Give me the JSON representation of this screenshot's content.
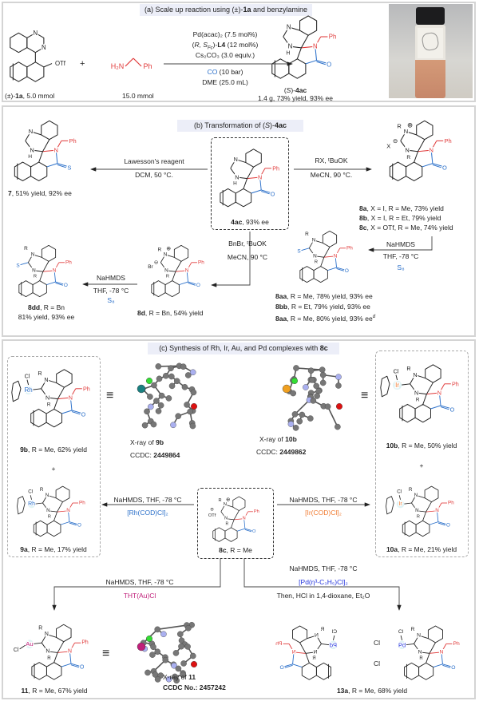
{
  "colors": {
    "benzyl": "#e03a3a",
    "carbonyl": "#2a6fc9",
    "rh": "#2a6fc9",
    "ir": "#f07a30",
    "au": "#c0207a",
    "pd": "#2233dd",
    "xray_c": "#777777",
    "xray_n": "#aab0f0",
    "xray_cl": "#33dd33",
    "xray_o": "#dd1111",
    "xray_rh": "#1a8080",
    "xray_ir": "#f0a020",
    "xray_au": "#c0207a"
  },
  "atoms": {
    "N": "N",
    "H": "H",
    "O": "O",
    "S": "S",
    "Ph": "Ph",
    "R": "R",
    "Cl": "Cl",
    "OTf": "OTf",
    "plus": "⊕",
    "minus": "⊖",
    "X": "X",
    "Br": "Br",
    "Rh": "Rh",
    "Ir": "Ir",
    "Au": "Au",
    "Pd": "Pd",
    "H2N": "H₂N"
  },
  "panel_a": {
    "title_pre": "(a) Scale up reaction using (±)-",
    "title_bold": "1a",
    "title_post": " and benzylamine",
    "sm_pre": "(±)-",
    "sm_bold": "1a",
    "sm_post": ", 5.0 mmol",
    "plus": "+",
    "amine_amount": "15.0 mmol",
    "cond1": "Pd(acac)₂ (7.5 mol%)",
    "cond2_pre": "(",
    "cond2_it": "R, S",
    "cond2_sub": "Fc",
    "cond2_mid": ")-",
    "cond2_bold": "L4",
    "cond2_post": " (12 mol%)",
    "cond3": "Cs₂CO₃ (3.0 equiv.)",
    "cond4_co": "CO",
    "cond4_post": " (10 bar)",
    "cond5": "DME (25.0 mL)",
    "prod_pre": "(",
    "prod_it": "S",
    "prod_mid": ")-",
    "prod_bold": "4ac",
    "prod_yield": "1.4 g, 73% yield, 93% ee"
  },
  "panel_b": {
    "title_pre": "(b) Transformation of (",
    "title_it": "S",
    "title_mid": ")-",
    "title_bold": "4ac",
    "c7_bold": "7",
    "c7_post": ", 51% yield, 92% ee",
    "lawesson1": "Lawesson's reagent",
    "lawesson2": "DCM, 50 °C.",
    "c4ac_bold": "4ac",
    "c4ac_post": ", 93% ee",
    "rx1": "RX, ᵗBuOK",
    "rx2": "MeCN, 90 °C.",
    "c8a_bold": "8a",
    "c8a_post": ", X = I, R = Me, 73% yield",
    "c8b_bold": "8b",
    "c8b_post": ", X = I, R = Et, 79% yield",
    "c8c_bold": "8c",
    "c8c_post": ",  X = OTf, R = Me, 74% yield",
    "nahmds_r1": "NaHMDS",
    "nahmds_r2": "THF, -78 °C",
    "nahmds_r3": "S₈",
    "c8aa1_bold": "8aa",
    "c8aa1_post": ", R = Me, 78% yield, 93% ee",
    "c8bb_bold": "8bb",
    "c8bb_post": ", R = Et, 79% yield, 93% ee",
    "c8aa2_bold": "8aa",
    "c8aa2_post": ", R = Me, 80% yield, 93% ee",
    "c8aa2_sup": "d",
    "bnbr1": "BnBr, ᵗBuOK",
    "bnbr2": "MeCN, 90 °C",
    "c8d_bold": "8d",
    "c8d_post": ", R = Bn, 54% yield",
    "nahmds_l1": "NaHMDS",
    "nahmds_l2": "THF, -78 °C",
    "nahmds_l3": "S₈",
    "c8dd_bold": "8dd",
    "c8dd_post": ", R = Bn",
    "c8dd_yield": "81% yield, 93% ee"
  },
  "panel_c": {
    "title_pre": "(c) Synthesis of Rh, Ir, Au, and Pd complexes with ",
    "title_bold": "8c",
    "c9b_bold": "9b",
    "c9b_post": ", R = Me, 62% yield",
    "xray9b_pre": "X-ray of ",
    "xray9b_bold": "9b",
    "ccdc9b_pre": "CCDC: ",
    "ccdc9b_bold": "2449864",
    "xray10b_pre": "X-ray of ",
    "xray10b_bold": "10b",
    "ccdc10b_pre": "CCDC: ",
    "ccdc10b_bold": "2449862",
    "c10b_bold": "10b",
    "c10b_post": ", R = Me, 50% yield",
    "equiv": "≡",
    "plus": "+",
    "rh1": "NaHMDS, THF, -78 °C",
    "rh2": "[Rh(COD)Cl]₂",
    "ir1": "NaHMDS, THF, -78 °C",
    "ir2": "[Ir(COD)Cl]₂",
    "c9a_bold": "9a",
    "c9a_post": ", R = Me, 17% yield",
    "c8c_bold": "8c",
    "c8c_post": ", R = Me",
    "c10a_bold": "10a",
    "c10a_post": ", R = Me, 21% yield",
    "au1": "NaHMDS, THF, -78 °C",
    "au2": "THT(Au)Cl",
    "pd1": "NaHMDS, THF, -78 °C",
    "pd2": "[Pd(η³-C₃H₅)Cl]₂",
    "pd3": "Then, HCl in 1,4-dioxane, Et₂O",
    "c11_bold": "11",
    "c11_post": ", R = Me, 67% yield",
    "xray11_pre": "X-ray of ",
    "xray11_bold": "11",
    "ccdc11_bold": "CCDC No.: 2457242",
    "c13a_bold": "13a",
    "c13a_post": ", R = Me, 68% yield"
  }
}
